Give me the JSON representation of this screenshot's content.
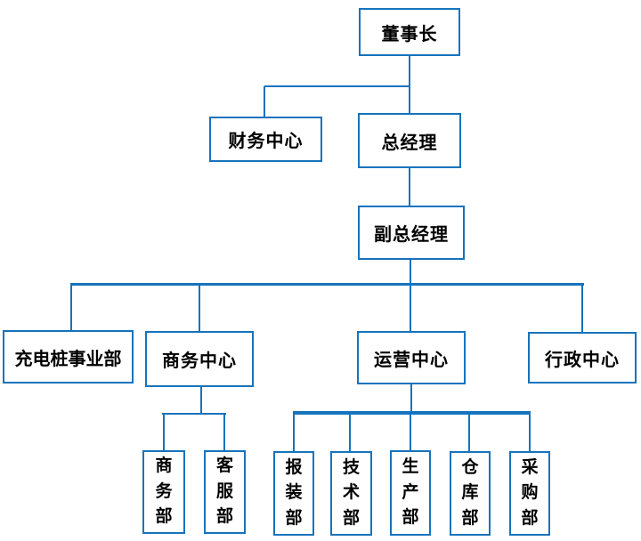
{
  "diagram": {
    "type": "org-chart",
    "title": "",
    "colors": {
      "connector": "#1673bc",
      "box_border": "#1673bc",
      "box_fill": "#ffffff",
      "text": "#000000",
      "background": "#ffffff"
    },
    "nodes": {
      "chairman": {
        "label": "董事长"
      },
      "finance_center": {
        "label": "财务中心"
      },
      "general_manager": {
        "label": "总经理"
      },
      "deputy_general_manager": {
        "label": "副总经理"
      },
      "charging_pile_division": {
        "label": "充电桩事业部"
      },
      "business_center": {
        "label": "商务中心"
      },
      "operations_center": {
        "label": "运营中心"
      },
      "admin_center": {
        "label": "行政中心"
      },
      "business_dept": {
        "label": "商务部"
      },
      "customer_service_dept": {
        "label": "客服部"
      },
      "installation_dept": {
        "label": "报装部"
      },
      "technology_dept": {
        "label": "技术部"
      },
      "production_dept": {
        "label": "生产部"
      },
      "warehouse_dept": {
        "label": "仓库部"
      },
      "procurement_dept": {
        "label": "采购部"
      }
    },
    "edges": [
      {
        "from": "chairman",
        "to": "finance_center"
      },
      {
        "from": "chairman",
        "to": "general_manager"
      },
      {
        "from": "general_manager",
        "to": "deputy_general_manager"
      },
      {
        "from": "deputy_general_manager",
        "to": "charging_pile_division"
      },
      {
        "from": "deputy_general_manager",
        "to": "business_center"
      },
      {
        "from": "deputy_general_manager",
        "to": "operations_center"
      },
      {
        "from": "deputy_general_manager",
        "to": "admin_center"
      },
      {
        "from": "business_center",
        "to": "business_dept"
      },
      {
        "from": "business_center",
        "to": "customer_service_dept"
      },
      {
        "from": "operations_center",
        "to": "installation_dept"
      },
      {
        "from": "operations_center",
        "to": "technology_dept"
      },
      {
        "from": "operations_center",
        "to": "production_dept"
      },
      {
        "from": "operations_center",
        "to": "warehouse_dept"
      },
      {
        "from": "operations_center",
        "to": "procurement_dept"
      }
    ]
  }
}
